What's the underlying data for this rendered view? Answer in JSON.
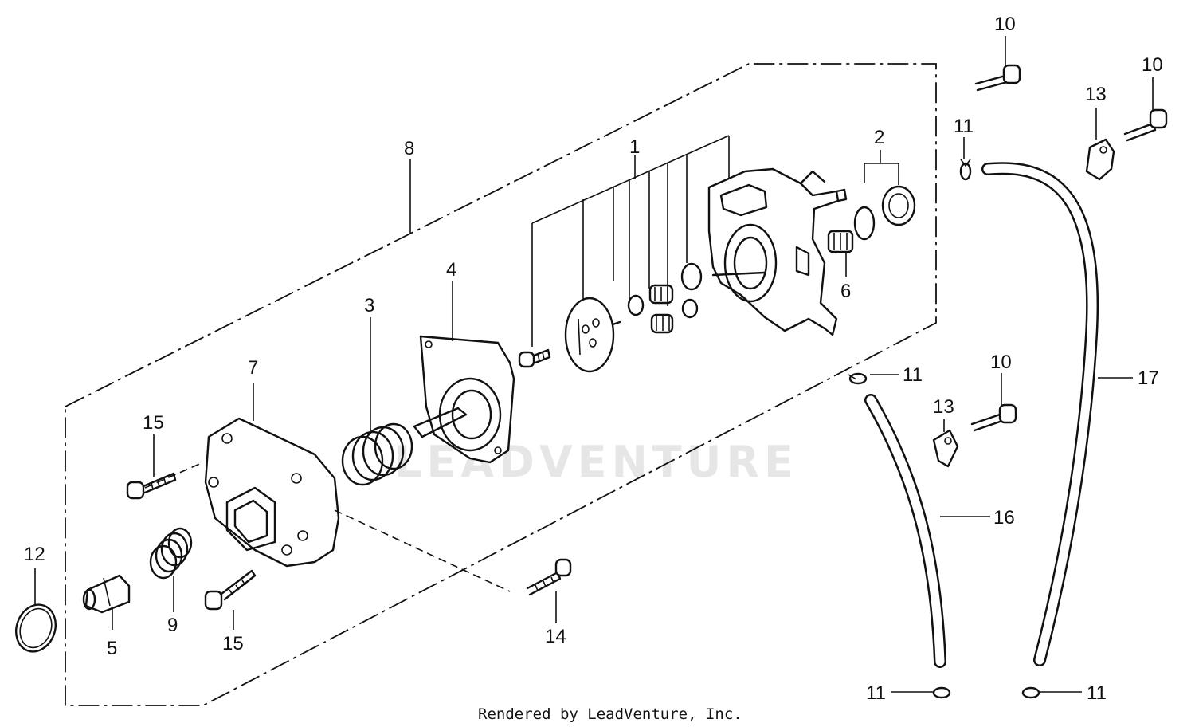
{
  "footer": {
    "text": "Rendered by LeadVenture, Inc."
  },
  "watermark": {
    "text": "LEADVENTURE"
  },
  "callouts": [
    {
      "id": "c1",
      "number": "1"
    },
    {
      "id": "c2",
      "number": "2"
    },
    {
      "id": "c3",
      "number": "3"
    },
    {
      "id": "c4",
      "number": "4"
    },
    {
      "id": "c5",
      "number": "5"
    },
    {
      "id": "c6",
      "number": "6"
    },
    {
      "id": "c7",
      "number": "7"
    },
    {
      "id": "c8",
      "number": "8"
    },
    {
      "id": "c9",
      "number": "9"
    },
    {
      "id": "c10a",
      "number": "10"
    },
    {
      "id": "c10b",
      "number": "10"
    },
    {
      "id": "c10c",
      "number": "10"
    },
    {
      "id": "c11a",
      "number": "11"
    },
    {
      "id": "c11b",
      "number": "11"
    },
    {
      "id": "c11c",
      "number": "11"
    },
    {
      "id": "c11d",
      "number": "11"
    },
    {
      "id": "c12",
      "number": "12"
    },
    {
      "id": "c13a",
      "number": "13"
    },
    {
      "id": "c13b",
      "number": "13"
    },
    {
      "id": "c14",
      "number": "14"
    },
    {
      "id": "c15a",
      "number": "15"
    },
    {
      "id": "c15b",
      "number": "15"
    },
    {
      "id": "c16",
      "number": "16"
    },
    {
      "id": "c17",
      "number": "17"
    }
  ]
}
